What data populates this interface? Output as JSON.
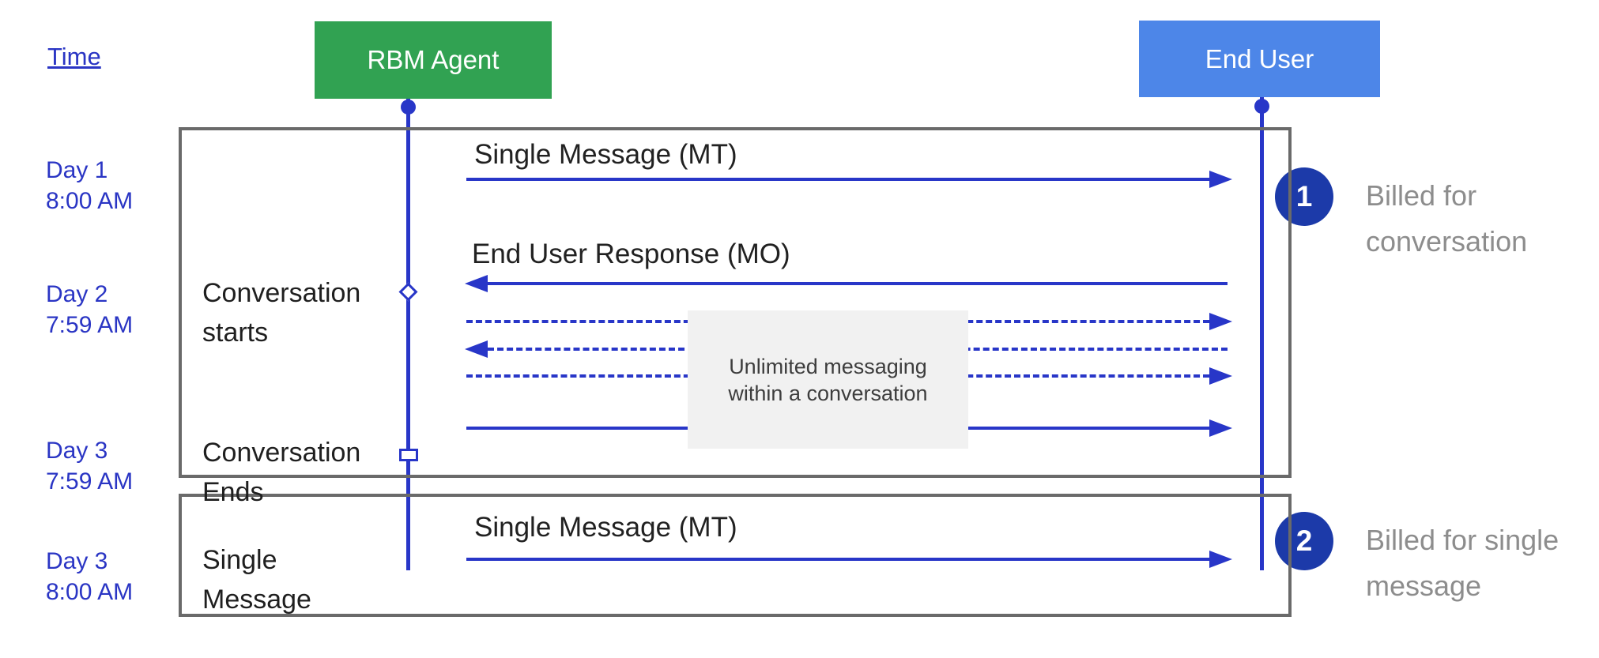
{
  "colors": {
    "accent_blue": "#2836c8",
    "label_blue": "#2a35c4",
    "agent_green": "#31a252",
    "end_user_blue": "#4d86e8",
    "badge_navy": "#1c3aa9",
    "frame_border_gray": "#6a6a6a",
    "annotation_gray": "#8d8d8d",
    "note_background": "#f1f1f1"
  },
  "time_axis": {
    "label": "Time"
  },
  "actors": {
    "agent": {
      "label": "RBM Agent"
    },
    "end_user": {
      "label": "End User"
    }
  },
  "time_labels": [
    {
      "day": "Day 1",
      "time": "8:00 AM"
    },
    {
      "day": "Day 2",
      "time": "7:59 AM"
    },
    {
      "day": "Day 3",
      "time": "7:59 AM"
    },
    {
      "day": "Day 3",
      "time": "8:00 AM"
    }
  ],
  "phase_labels": {
    "conversation_starts": {
      "line1": "Conversation",
      "line2": "starts"
    },
    "conversation_ends": {
      "line1": "Conversation",
      "line2": "Ends"
    },
    "single_message": {
      "line1": "Single",
      "line2": "Message"
    }
  },
  "messages": {
    "mt1": {
      "label": "Single Message (MT)",
      "direction": "agent-to-user",
      "style": "solid"
    },
    "mo": {
      "label": "End User Response (MO)",
      "direction": "user-to-agent",
      "style": "solid"
    },
    "unlimited_a": {
      "direction": "agent-to-user",
      "style": "dashed"
    },
    "unlimited_b": {
      "direction": "user-to-agent",
      "style": "dashed"
    },
    "unlimited_c": {
      "direction": "agent-to-user",
      "style": "dashed"
    },
    "final_conversation_mt": {
      "direction": "agent-to-user",
      "style": "solid"
    },
    "mt2": {
      "label": "Single Message (MT)",
      "direction": "agent-to-user",
      "style": "solid"
    }
  },
  "note": {
    "line1": "Unlimited messaging",
    "line2": "within a conversation"
  },
  "annotations": [
    {
      "number": "1",
      "line1": "Billed for",
      "line2": "conversation"
    },
    {
      "number": "2",
      "line1": "Billed for single",
      "line2": "message"
    }
  ]
}
